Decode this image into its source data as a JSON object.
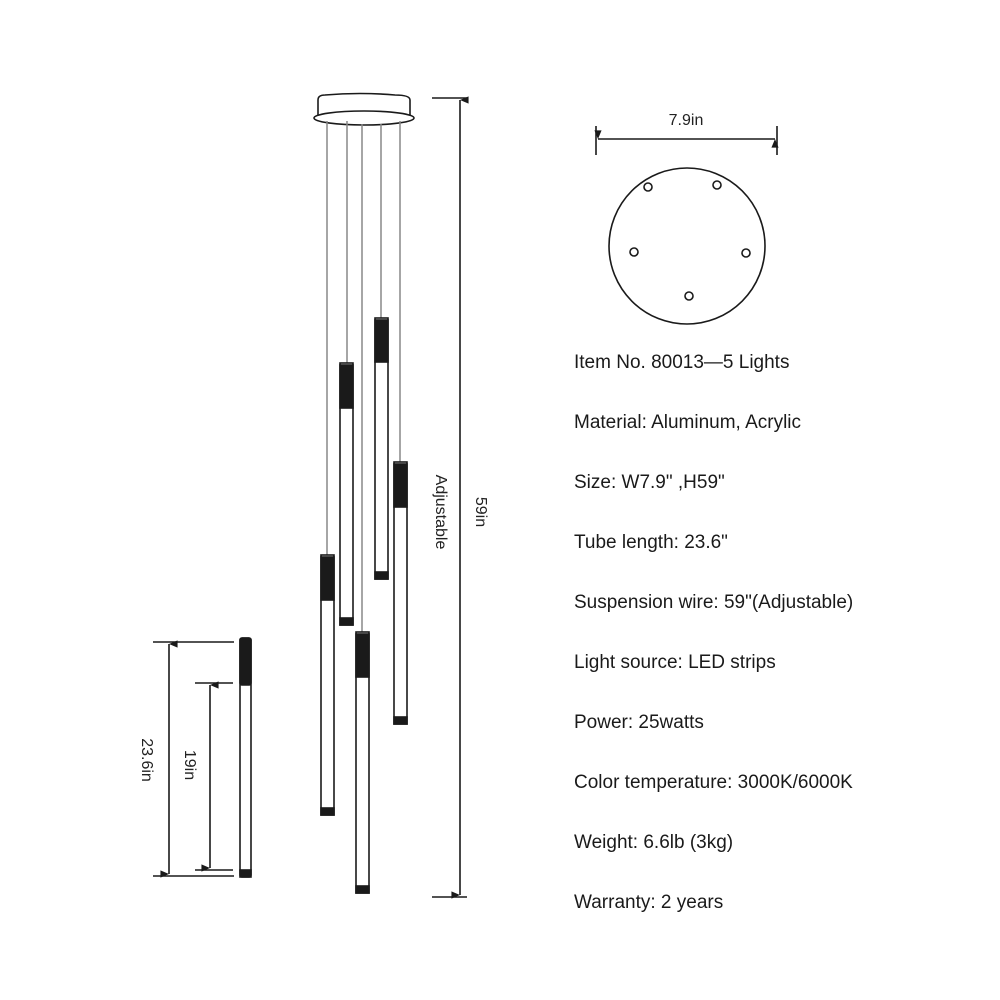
{
  "dimensions": {
    "canopy_width": "7.9in",
    "total_height": "59in",
    "wire_note": "Adjustable",
    "tube_length": "23.6in",
    "light_length": "19in"
  },
  "specs": [
    "Item No. 80013—5 Lights",
    "Material: Aluminum, Acrylic",
    "Size: W7.9\" ,H59\"",
    "Tube length: 23.6\"",
    "Suspension wire: 59\"(Adjustable)",
    "Light source: LED strips",
    "Power: 25watts",
    "Color temperature: 3000K/6000K",
    "Weight: 6.6lb (3kg)",
    "Warranty: 2 years"
  ],
  "colors": {
    "line": "#1a1a1a",
    "wire": "#888888"
  }
}
